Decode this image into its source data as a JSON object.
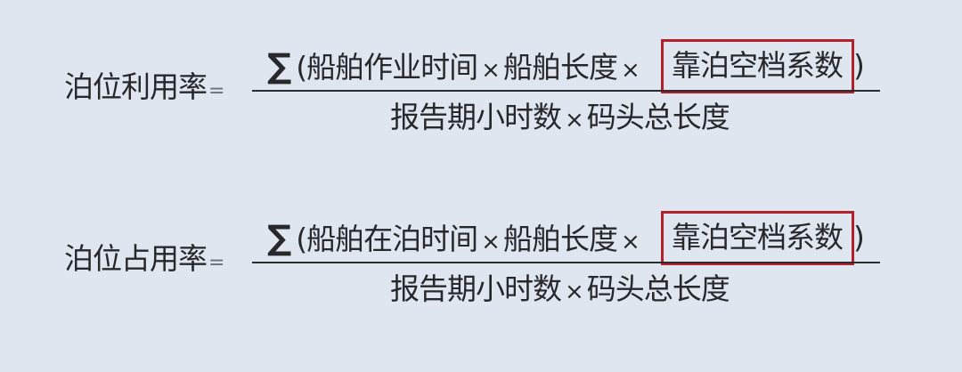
{
  "formulas": [
    {
      "label": "泊位利用率",
      "equals": "=",
      "numerator": {
        "sigma": "∑",
        "open_paren": "(",
        "term1": "船舶作业时间",
        "times1": "×",
        "term2": "船舶长度",
        "times2": "×",
        "highlighted_term": "靠泊空档系数",
        "close_paren": ")"
      },
      "denominator": {
        "term1": "报告期小时数",
        "times": "×",
        "term2": "码头总长度"
      }
    },
    {
      "label": "泊位占用率",
      "equals": "=",
      "numerator": {
        "sigma": "∑",
        "open_paren": "(",
        "term1": "船舶在泊时间",
        "times1": "×",
        "term2": "船舶长度",
        "times2": "×",
        "highlighted_term": "靠泊空档系数",
        "close_paren": ")"
      },
      "denominator": {
        "term1": "报告期小时数",
        "times": "×",
        "term2": "码头总长度"
      }
    }
  ],
  "colors": {
    "background": "#dfe6ef",
    "text": "#26282c",
    "highlight_border": "#b3202a"
  }
}
